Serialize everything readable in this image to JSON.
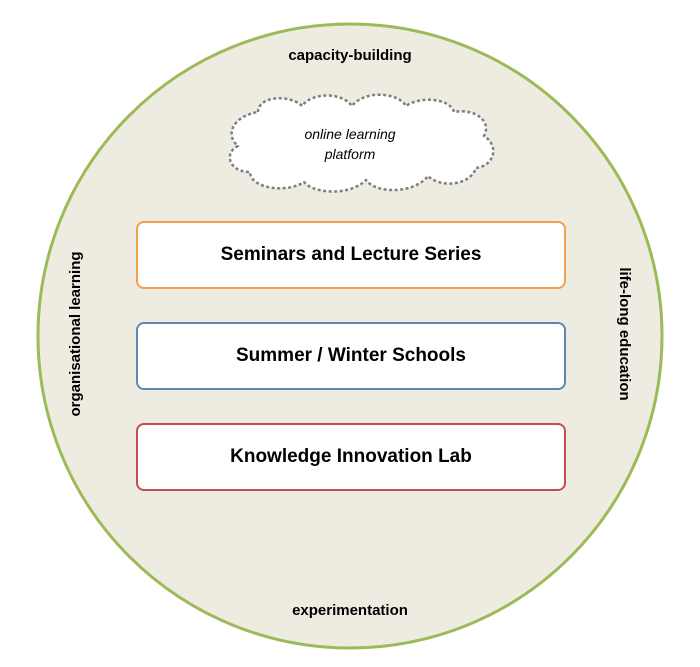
{
  "diagram": {
    "outer_labels": {
      "top": "capacity-building",
      "bottom": "experimentation",
      "left": "organisational learning",
      "right": "life-long education"
    },
    "cloud": {
      "line1": "online learning",
      "line2": "platform"
    },
    "boxes": [
      {
        "label": "Seminars and Lecture Series",
        "color": "#f0a050"
      },
      {
        "label": "Summer / Winter Schools",
        "color": "#5b86b8"
      },
      {
        "label": "Knowledge Innovation Lab",
        "color": "#c0504d"
      }
    ],
    "colors": {
      "circle_fill": "#eeece1",
      "circle_stroke": "#9bbb59",
      "cloud_stroke": "#7f7f7f"
    }
  }
}
